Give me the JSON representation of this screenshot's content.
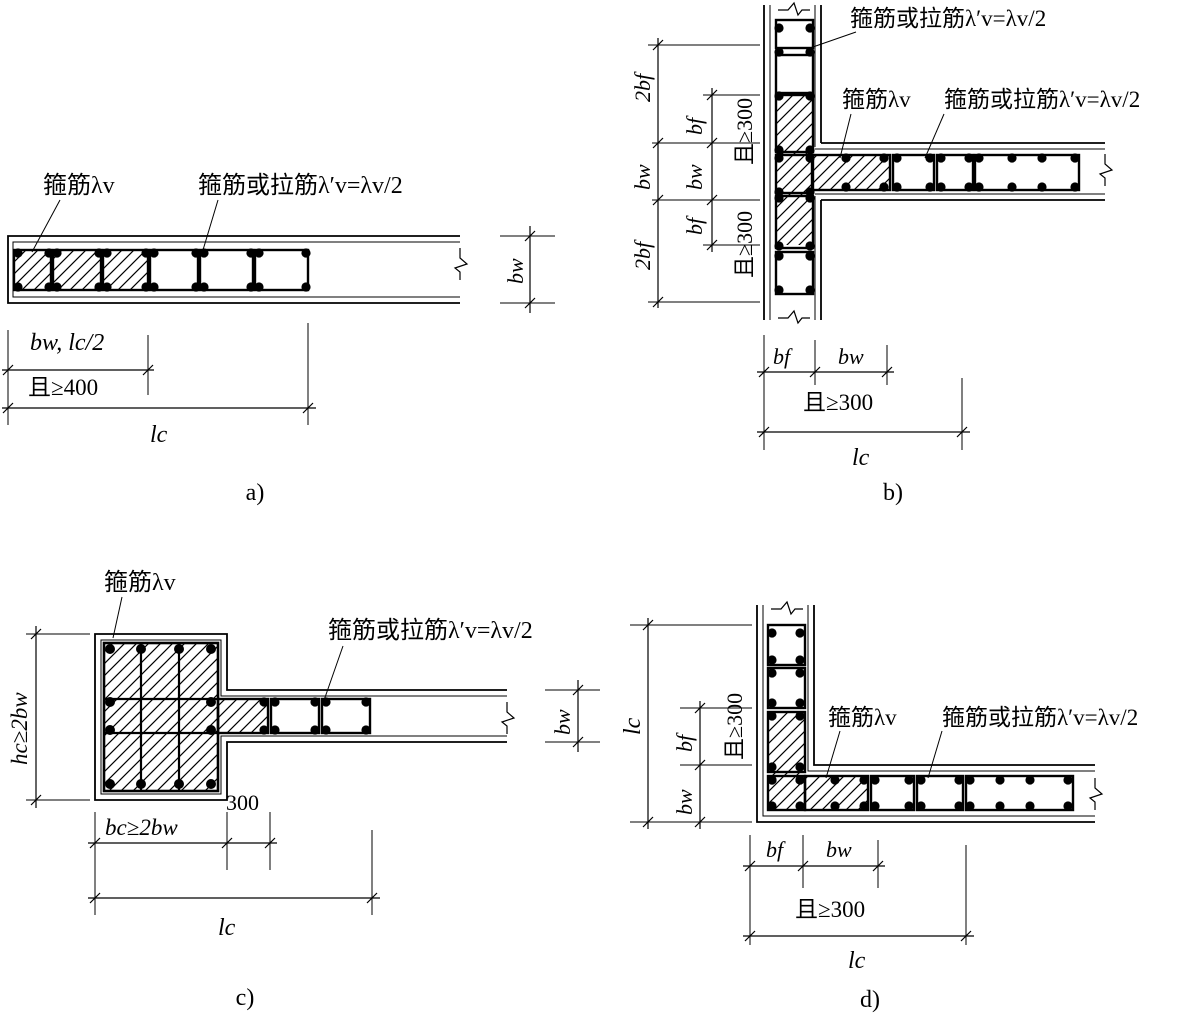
{
  "figure": {
    "a": {
      "panel_label": "a)",
      "callout_stirrup": "箍筋λv",
      "callout_tie": "箍筋或拉筋λ′v=λv/2",
      "dim_bw": "bw",
      "dim_first": "bw, lc/2",
      "dim_min": "且≥400",
      "dim_lc": "lc"
    },
    "b": {
      "panel_label": "b)",
      "callout_top": "箍筋或拉筋λ′v=λv/2",
      "callout_stirrup": "箍筋λv",
      "callout_tie": "箍筋或拉筋λ′v=λv/2",
      "dim_2bf_top": "2bf",
      "dim_bf_top": "bf",
      "dim_bw_left": "bw",
      "dim_bw_inner": "bw",
      "dim_bf_bottom": "bf",
      "dim_2bf_bottom": "2bf",
      "min_300_upper": "且≥300",
      "min_300_lower": "且≥300",
      "dim_bf_h": "bf",
      "dim_bw_h": "bw",
      "min_300_h": "且≥300",
      "dim_lc": "lc"
    },
    "c": {
      "panel_label": "c)",
      "callout_stirrup": "箍筋λv",
      "callout_tie": "箍筋或拉筋λ′v=λv/2",
      "dim_hc": "hc≥2bw",
      "dim_bw": "bw",
      "dim_bc": "bc≥2bw",
      "dim_300": "300",
      "dim_lc": "lc"
    },
    "d": {
      "panel_label": "d)",
      "callout_stirrup": "箍筋λv",
      "callout_tie": "箍筋或拉筋λ′v=λv/2",
      "dim_lc_v": "lc",
      "dim_bf_v": "bf",
      "dim_bw_v": "bw",
      "min_300_v": "且≥300",
      "dim_bf_h": "bf",
      "dim_bw_h": "bw",
      "min_300_h": "且≥300",
      "dim_lc_h": "lc"
    }
  }
}
